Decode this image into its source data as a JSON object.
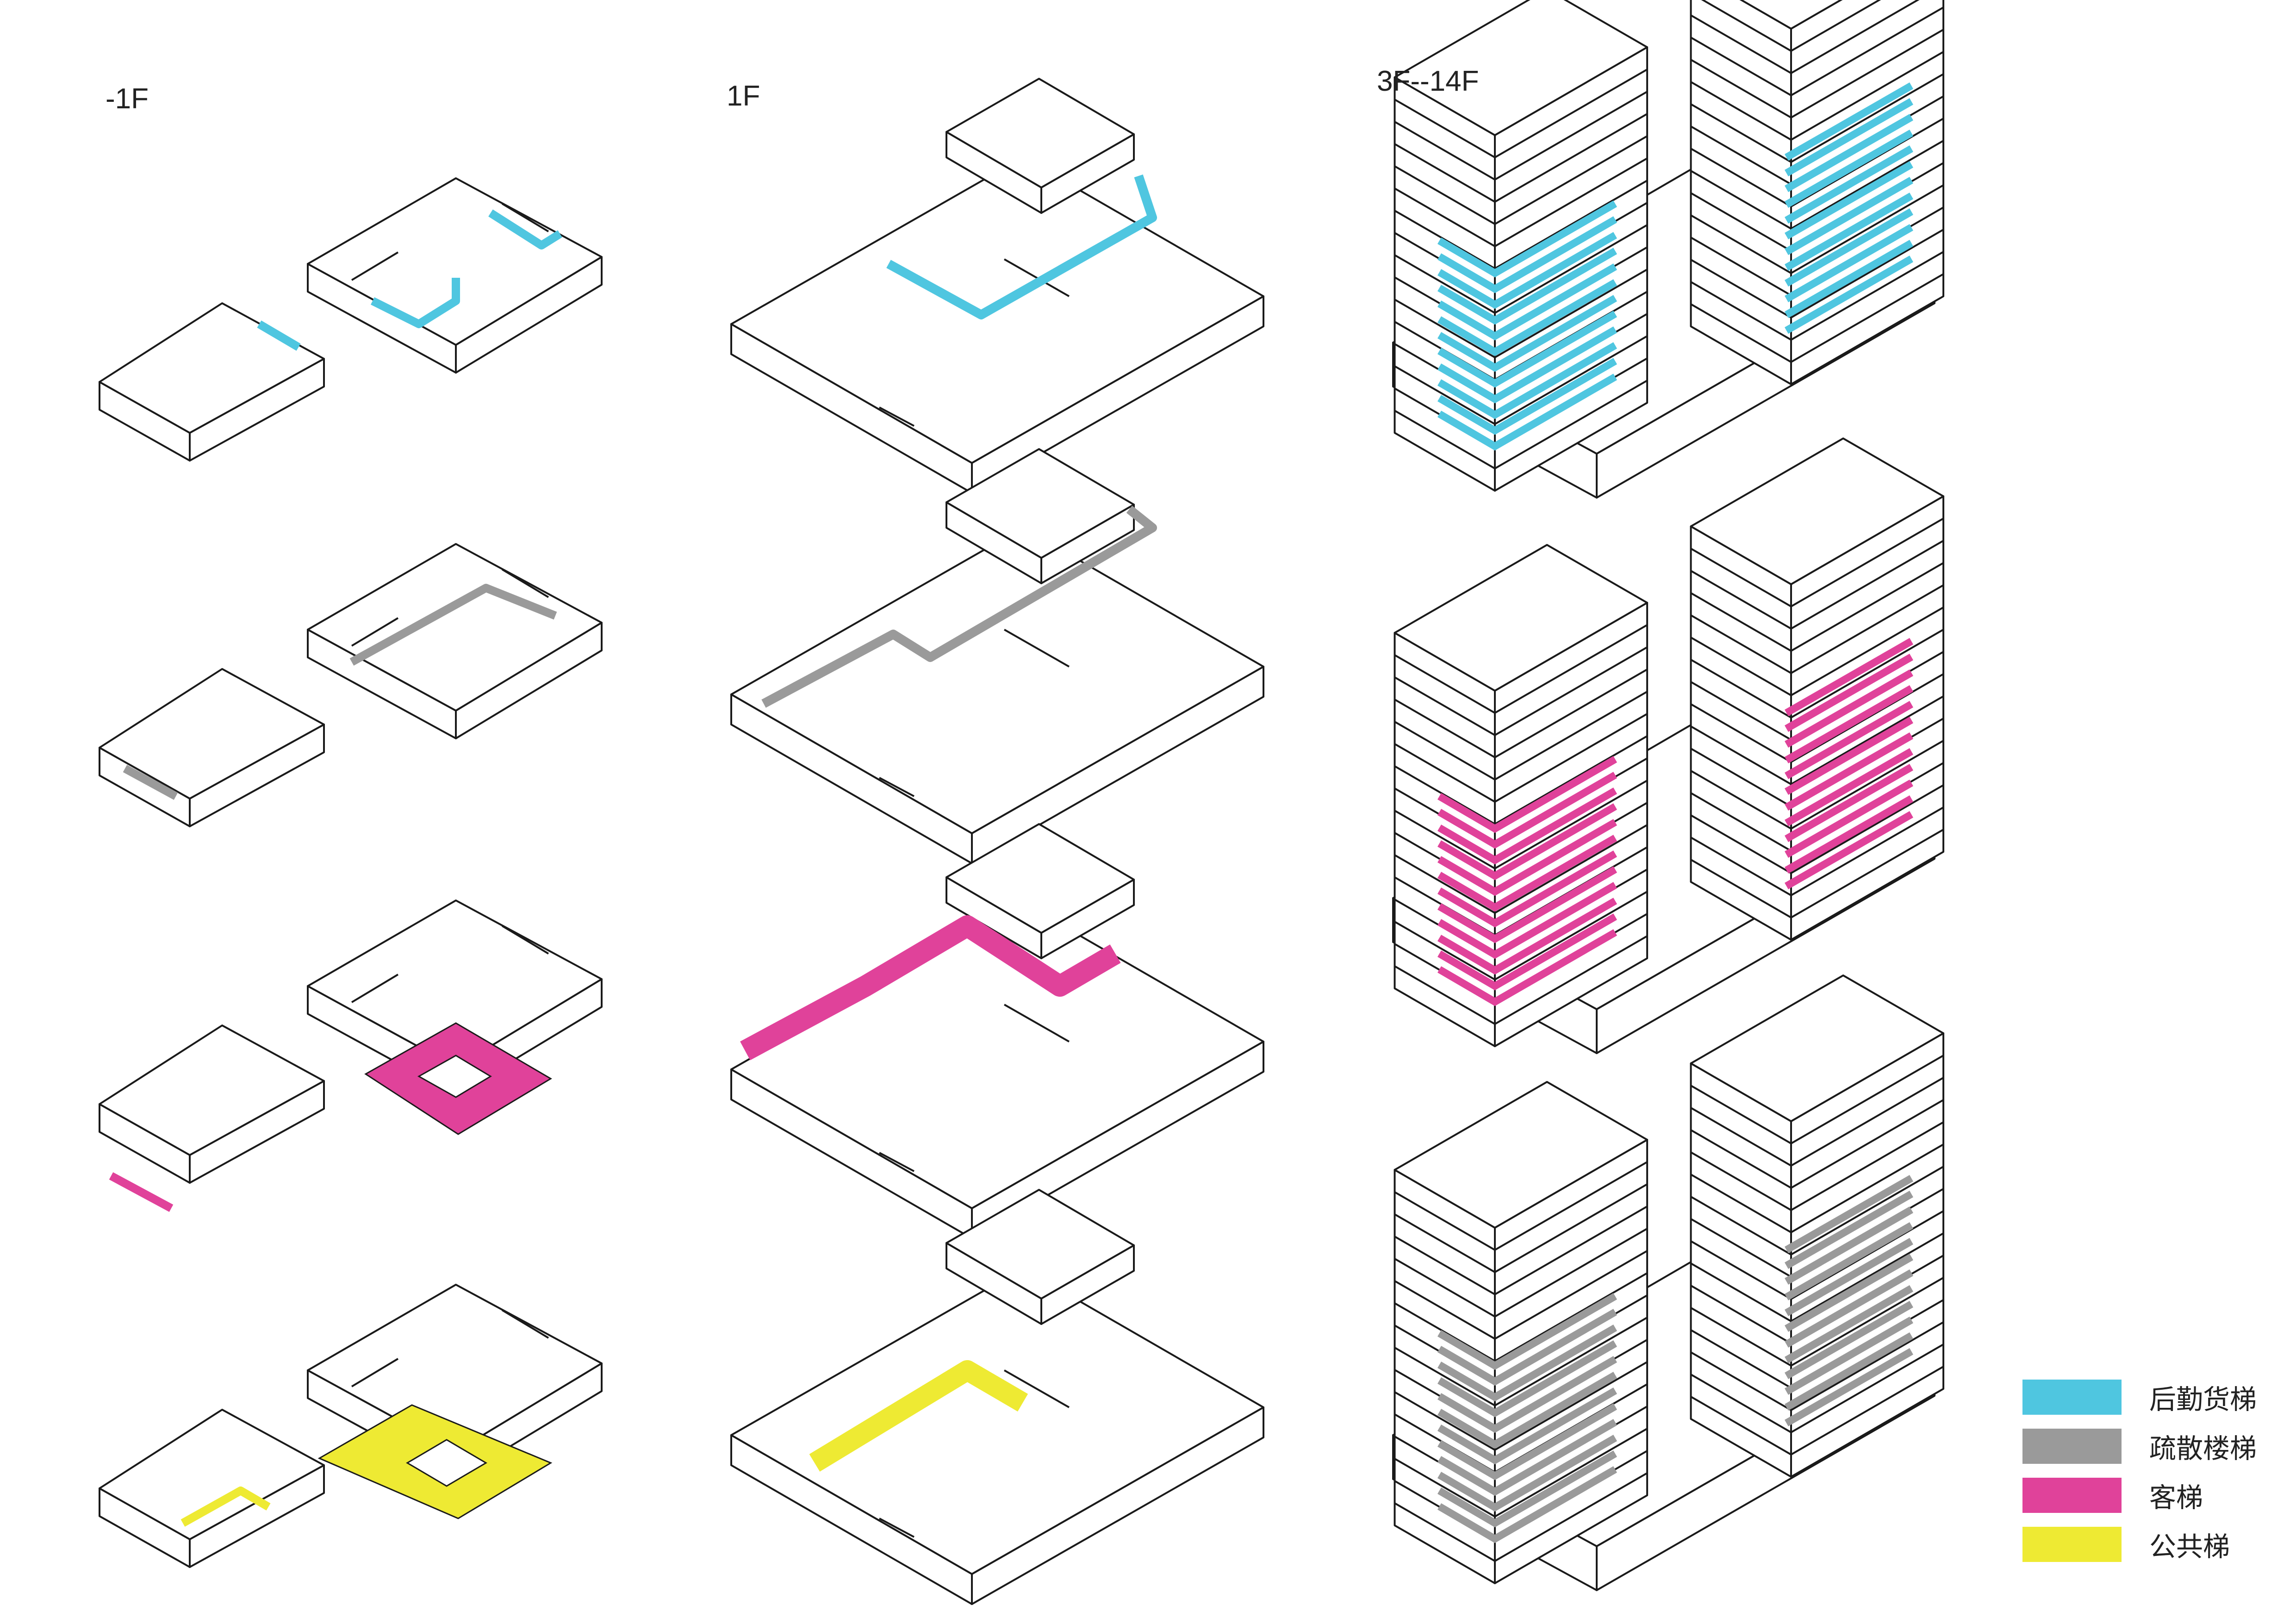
{
  "columns": {
    "basement": "-1F",
    "ground": "1F",
    "tower": "3F--14F"
  },
  "legend": {
    "items": [
      {
        "label": "后勤货梯",
        "color": "#4fc6e0"
      },
      {
        "label": "疏散楼梯",
        "color": "#9a9a9a"
      },
      {
        "label": "客梯",
        "color": "#e0429a"
      },
      {
        "label": "公共梯",
        "color": "#eeea33"
      }
    ]
  },
  "diagram": {
    "rows": [
      "后勤货梯",
      "疏散楼梯",
      "客梯",
      "公共梯"
    ],
    "tower_floor_count": 12
  }
}
